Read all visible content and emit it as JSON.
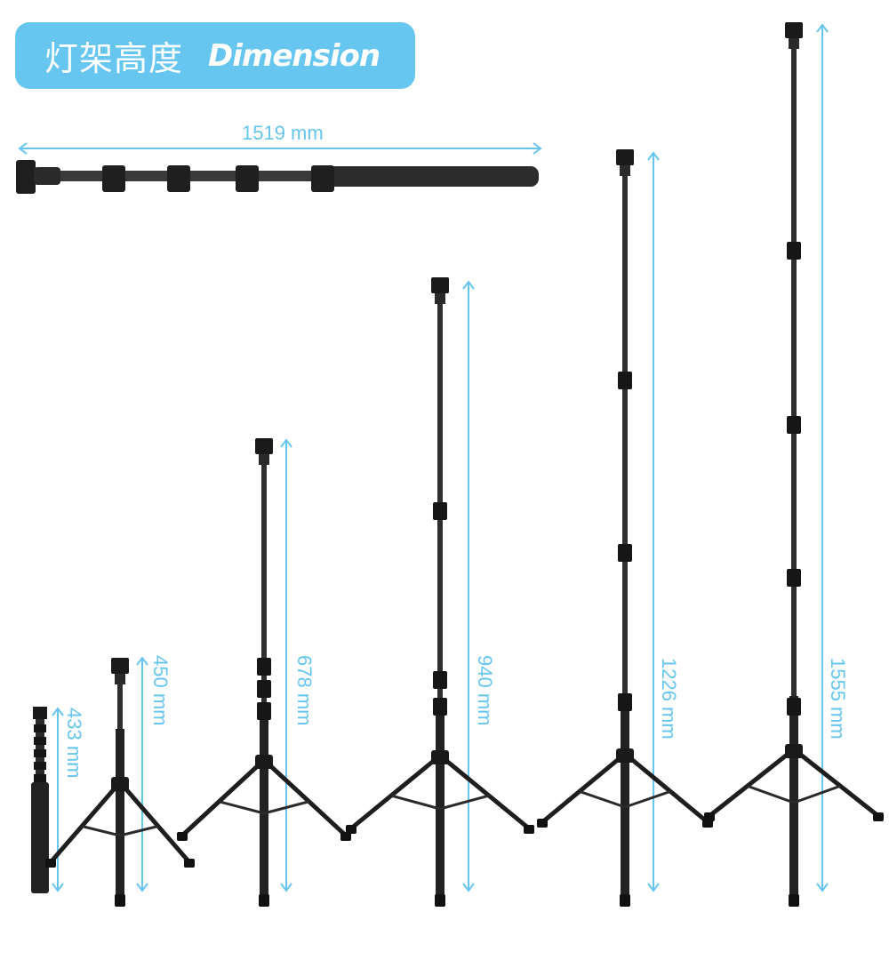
{
  "banner": {
    "title_cn": "灯架高度",
    "title_en": "Dimension"
  },
  "accent_color": "#67c6f0",
  "folded_length": {
    "label": "1519 mm",
    "value_mm": 1519
  },
  "heights": [
    {
      "label": "433 mm",
      "value_mm": 433,
      "state": "folded"
    },
    {
      "label": "450 mm",
      "value_mm": 450,
      "state": "legs-open"
    },
    {
      "label": "678 mm",
      "value_mm": 678,
      "sections_extended": 1
    },
    {
      "label": "940 mm",
      "value_mm": 940,
      "sections_extended": 2
    },
    {
      "label": "1226 mm",
      "value_mm": 1226,
      "sections_extended": 3
    },
    {
      "label": "1555 mm",
      "value_mm": 1555,
      "sections_extended": 4
    }
  ]
}
